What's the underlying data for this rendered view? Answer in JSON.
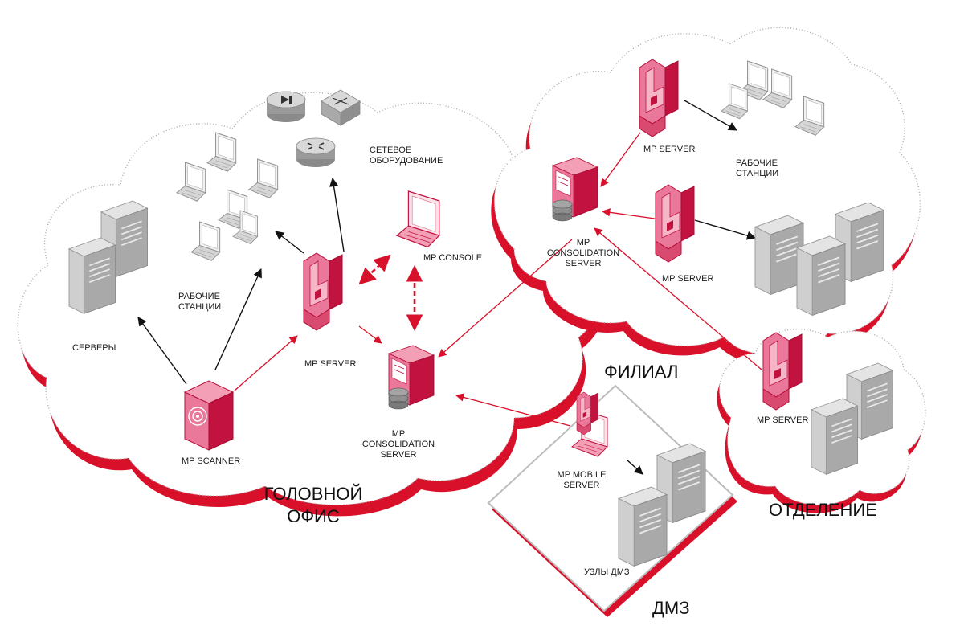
{
  "colors": {
    "accent_red": "#d8102a",
    "device_pink": "#e05a78",
    "device_pink_dark": "#c2123f",
    "server_grey": "#c8c8c8",
    "arrow_black": "#111111"
  },
  "zones": {
    "head_office": "ГОЛОВНОЙ\nОФИС",
    "branch": "ФИЛИАЛ",
    "department": "ОТДЕЛЕНИЕ",
    "dmz": "ДМЗ"
  },
  "head_office": {
    "servers_label": "СЕРВЕРЫ",
    "workstations_label": "РАБОЧИЕ\nСТАНЦИИ",
    "network_equipment_label": "СЕТЕВОЕ\nОБОРУДОВАНИЕ",
    "mp_server_label": "MP SERVER",
    "mp_console_label": "MP CONSOLE",
    "mp_scanner_label": "MP SCANNER",
    "mp_consolidation_label": "MP\nCONSOLIDATION\nSERVER"
  },
  "branch": {
    "mp_server_top_label": "MP SERVER",
    "mp_server_mid_label": "MP SERVER",
    "workstations_label": "РАБОЧИЕ\nСТАНЦИИ",
    "mp_consolidation_label": "MP\nCONSOLIDATION\nSERVER"
  },
  "department": {
    "mp_server_label": "MP SERVER"
  },
  "dmz": {
    "mp_mobile_label": "MP MOBILE\nSERVER",
    "nodes_label": "УЗЛЫ ДМЗ"
  }
}
